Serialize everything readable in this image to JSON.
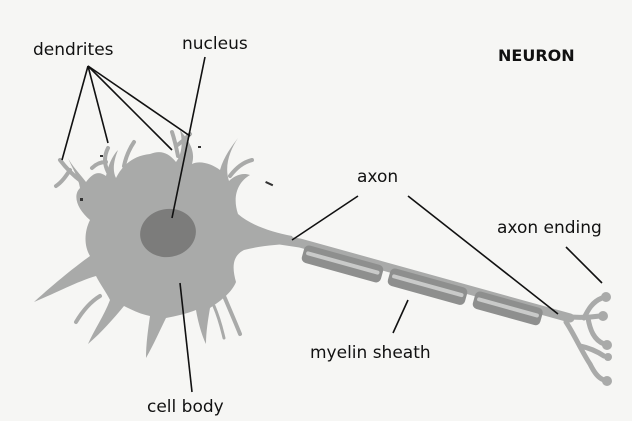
{
  "diagram": {
    "title": "NEURON",
    "labels": {
      "dendrites": "dendrites",
      "nucleus": "nucleus",
      "axon": "axon",
      "axon_ending": "axon ending",
      "myelin_sheath": "myelin sheath",
      "cell_body": "cell body"
    },
    "colors": {
      "cell": "#a9aaa9",
      "nucleus": "#7c7c7b",
      "myelin": "#8e8f8e",
      "myelin_highlight": "#c9cac9",
      "line": "#111111",
      "background": "#f6f6f4"
    }
  }
}
